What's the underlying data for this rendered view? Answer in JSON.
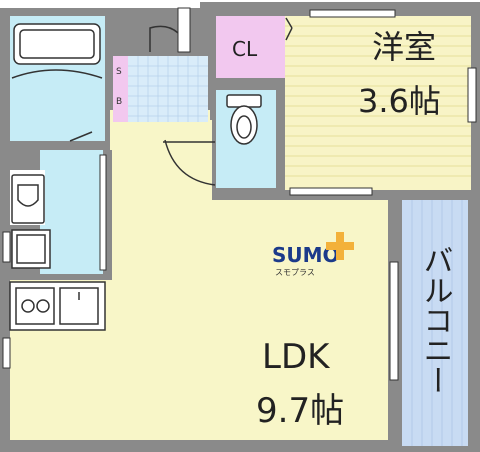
{
  "rooms": {
    "western_room": {
      "name": "洋室",
      "size": "3.6帖",
      "fill": "#f8f4c6"
    },
    "ldk": {
      "name": "LDK",
      "size": "9.7帖",
      "fill": "#f8f6c8"
    },
    "closet": {
      "name": "CL",
      "fill": "#f2c8ef"
    },
    "shoe_box": {
      "name": "SB",
      "fill": "#f2c8ef"
    },
    "balcony": {
      "name": "バルコニー",
      "fill": "#c8dbf3"
    }
  },
  "logo": {
    "main": "SUMO",
    "sub": "スモプラス"
  },
  "colors": {
    "wall": "#8a8a8a",
    "water": "#c6ecf6",
    "tile": "#d9ecf9",
    "outline": "#333333"
  }
}
